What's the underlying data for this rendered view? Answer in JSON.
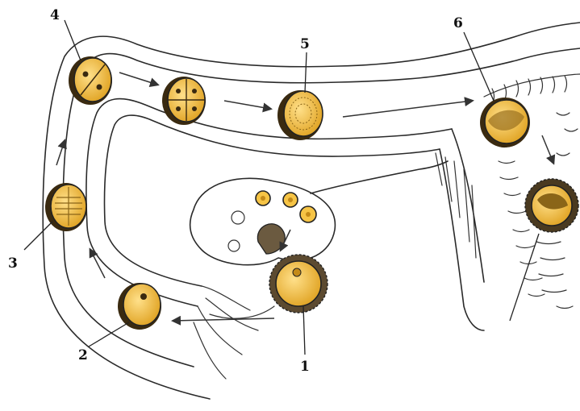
{
  "diagram": {
    "labels": [
      "1",
      "2",
      "3",
      "4",
      "5",
      "6"
    ],
    "colors": {
      "cell": "#f6c445",
      "cell_rim": "#3a2a10",
      "outline": "#2a2a2a",
      "background": "#ffffff"
    }
  }
}
